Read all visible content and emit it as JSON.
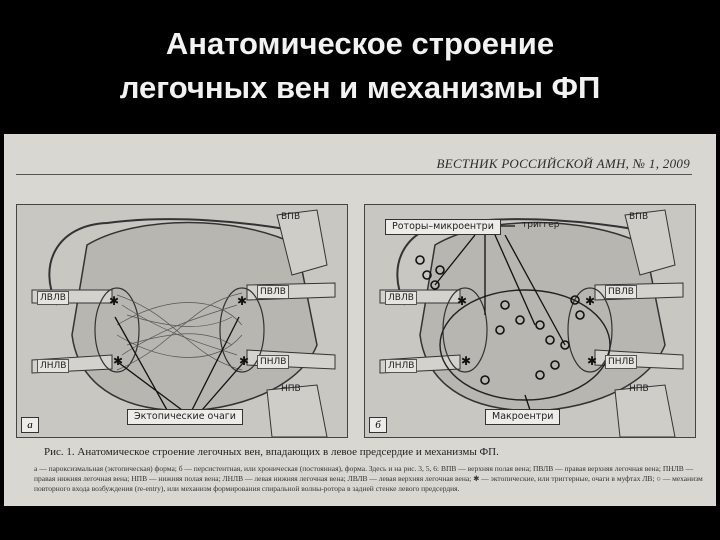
{
  "title": {
    "line1": "Анатомическое строение",
    "line2": "легочных вен и механизмы ФП"
  },
  "figure": {
    "journal_header": "ВЕСТНИК РОССИЙСКОЙ АМН, № 1, 2009",
    "panel_a": {
      "letter": "а",
      "labels": {
        "vpv": "ВПВ",
        "lvlv": "ЛВЛВ",
        "pvlv": "ПВЛВ",
        "lnlv": "ЛНЛВ",
        "pnlv": "ПНЛВ",
        "npv": "НПВ"
      },
      "box": "Эктопические очаги"
    },
    "panel_b": {
      "letter": "б",
      "labels": {
        "vpv": "ВПВ",
        "lvlv": "ЛВЛВ",
        "pvlv": "ПВЛВ",
        "lnlv": "ЛНЛВ",
        "pnlv": "ПНЛВ",
        "npv": "НПВ"
      },
      "top_box": "Роторы–микроентри",
      "arrow_text": "триггер",
      "box": "Макроентри"
    },
    "caption": "Рис. 1. Анатомическое строение легочных вен, впадающих в левое предсердие и механизмы ФП.",
    "footnote": "а — пароксизмальная (эктопическая) форма; б — персистентная, или хроническая (постоянная), форма. Здесь и на рис. 3, 5, 6: ВПВ — верхняя полая вена; ПВЛВ — правая верхняя легочная вена; ПНЛВ — правая нижняя легочная вена; НПВ — нижняя полая вена; ЛНЛВ — левая нижняя легочная вена; ЛВЛВ — левая верхняя легочная вена; ✱ — эктопические, или триггерные, очаги в муфтах ЛВ; ○ — механизм повторного входа возбуждения (re-entry), или механизм формирования спиральной волны-ротора в задней стенке левого предсердия."
  }
}
